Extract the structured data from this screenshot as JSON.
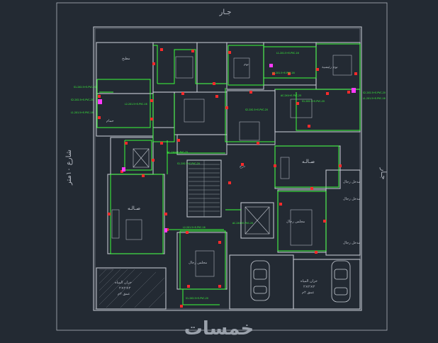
{
  "labels": {
    "street_top": "جـار",
    "street_right": "جـار",
    "street_left": "شارع ١٠متر",
    "salon_main": "صـالـه",
    "salon_right": "صـالـه",
    "living_right": "مجلس رجال",
    "living_bottom": "مجلس رجال",
    "kitchen": "مطبخ",
    "bath": "حمام",
    "stairs": "درج",
    "garage_left_title": "خزان المياه",
    "garage_left_l1": "٢×٢×٢",
    "garage_left_l2": "عمق ٢م",
    "garage_right_title": "خزان المياه",
    "garage_right_l1": "٢×٢×٢",
    "garage_right_l2": "عمق ٢م",
    "room_top1": "نوم",
    "room_top2": "نوم رئيسية",
    "side_r1": "مدخل رجال",
    "side_r2": "مدخل رجال",
    "side_r3": "مدخل رجال"
  },
  "watermark": "خمسات",
  "colors": {
    "background": "#232a33",
    "walls": "#bfc4cc",
    "circuit": "#3bff3b",
    "device": "#ff2a2a",
    "appliance": "#ff39ff"
  },
  "circuit_tags": [
    "S1-2X2.5+E-PVC-20",
    "S2-2X2.5+E-PVC-20",
    "L1-2X1.5+E-PVC-16",
    "L2-2X1.5+E-PVC-16",
    "AC-2X4+E-PVC-25"
  ]
}
